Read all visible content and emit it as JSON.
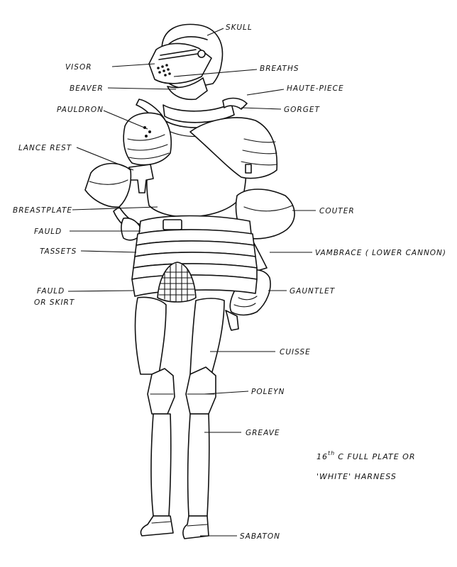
{
  "labels": {
    "skull": "SKULL",
    "visor": "VISOR",
    "breaths": "BREATHS",
    "beaver": "BEAVER",
    "haute_piece": "HAUTE-PIECE",
    "pauldron": "PAULDRON",
    "gorget": "GORGET",
    "lance_rest": "LANCE REST",
    "breastplate": "BREASTPLATE",
    "couter": "COUTER",
    "fauld": "FAULD",
    "tassets": "TASSETS",
    "vambrace": "VAMBRACE ( LOWER CANNON)",
    "fauld_skirt_1": "FAULD",
    "fauld_skirt_2": "OR SKIRT",
    "gauntlet": "GAUNTLET",
    "cuisse": "CUISSE",
    "poleyn": "POLEYN",
    "greave": "GREAVE",
    "sabaton": "SABATON"
  },
  "caption": {
    "line1_prefix": "16",
    "line1_sup": "th",
    "line1_rest": "C   FULL PLATE OR",
    "line2": "'WHITE' HARNESS"
  }
}
